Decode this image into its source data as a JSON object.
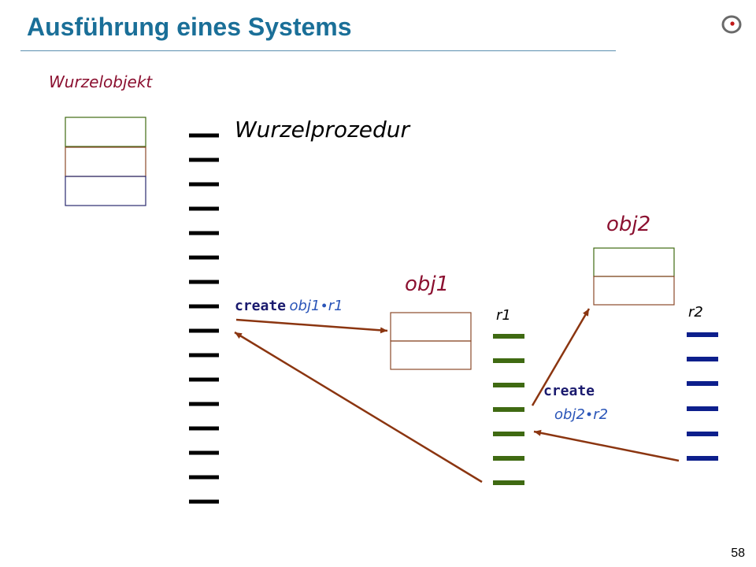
{
  "slide": {
    "title": "Ausführung eines Systems",
    "page_number": "58"
  },
  "diagram": {
    "root_object_label": "Wurzelobjekt",
    "root_procedure_label": "Wurzelprozedur",
    "obj1_label": "obj1",
    "obj2_label": "obj2",
    "r1_label": "r1",
    "r2_label": "r2",
    "call1": {
      "keyword": "create",
      "target": "obj1",
      "routine": "r1"
    },
    "call2": {
      "keyword": "create",
      "target": "obj2",
      "routine": "r2"
    },
    "colors": {
      "title": "#1a6f98",
      "root_stack": "#000000",
      "r1_stack": "#3f6a12",
      "r2_stack": "#0d1f8c",
      "arrows": "#8b3510",
      "object_border": "#8b4a2a"
    }
  }
}
